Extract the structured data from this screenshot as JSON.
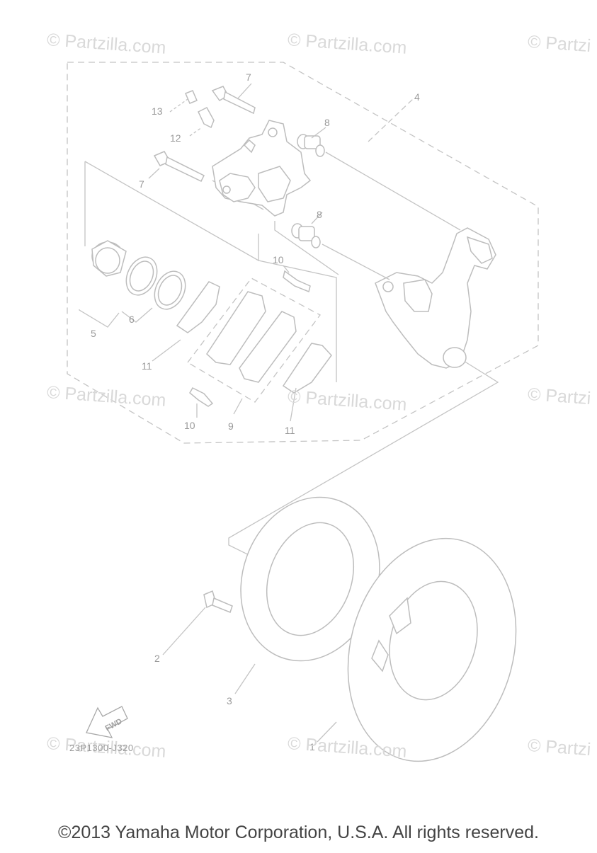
{
  "watermark": "© Partzilla.com",
  "watermark_partial": "© Partzi",
  "callouts": {
    "c1": "1",
    "c2": "2",
    "c3": "3",
    "c4": "4",
    "c5": "5",
    "c6": "6",
    "c7a": "7",
    "c7b": "7",
    "c8a": "8",
    "c8b": "8",
    "c9": "9",
    "c10a": "10",
    "c10b": "10",
    "c11a": "11",
    "c11b": "11",
    "c12": "12",
    "c13": "13"
  },
  "fwd_label": "FWD",
  "diagram_code": "23P1300-J320",
  "copyright": "©2013 Yamaha Motor Corporation, U.S.A. All rights reserved."
}
